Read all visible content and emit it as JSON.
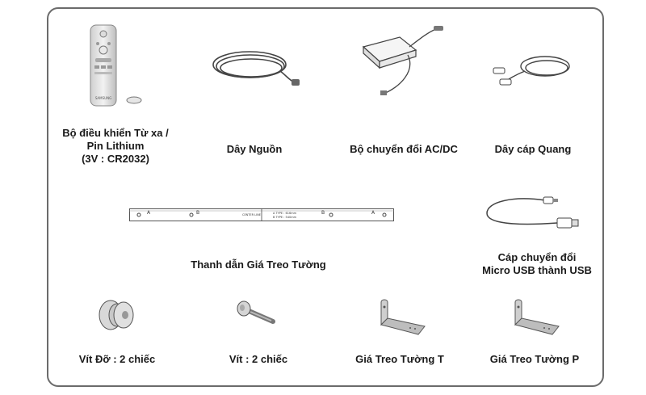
{
  "items": [
    {
      "name": "remote",
      "label_lines": [
        "Bộ điều khiển Từ xa /",
        "Pin Lithium",
        "(3V : CR2032)"
      ]
    },
    {
      "name": "power-cord",
      "label_lines": [
        "Dây Nguồn"
      ]
    },
    {
      "name": "ac-dc-adapter",
      "label_lines": [
        "Bộ chuyển đổi AC/DC"
      ]
    },
    {
      "name": "optical-cable",
      "label_lines": [
        "Dây cáp Quang"
      ]
    },
    {
      "name": "wall-guide",
      "label_lines": [
        "Thanh dẫn Giá Treo Tường"
      ]
    },
    {
      "name": "usb-adapter",
      "label_lines": [
        "Cáp chuyển đổi",
        "Micro USB thành USB"
      ]
    },
    {
      "name": "holder-screw",
      "label_lines": [
        "Vít Đỡ : 2 chiếc"
      ]
    },
    {
      "name": "screw",
      "label_lines": [
        "Vít : 2 chiếc"
      ]
    },
    {
      "name": "bracket-left",
      "label_lines": [
        "Giá Treo Tường T"
      ]
    },
    {
      "name": "bracket-right",
      "label_lines": [
        "Giá Treo Tường P"
      ]
    }
  ],
  "guide_text": {
    "mark_a_left": "A",
    "mark_b_left": "B",
    "center": "CENTER LINE",
    "a_type": "A TYPE : 616mm",
    "b_type": "B TYPE : 540mm",
    "mark_b_right": "B",
    "mark_a_right": "A"
  },
  "remote_brand": "SAMSUNG"
}
